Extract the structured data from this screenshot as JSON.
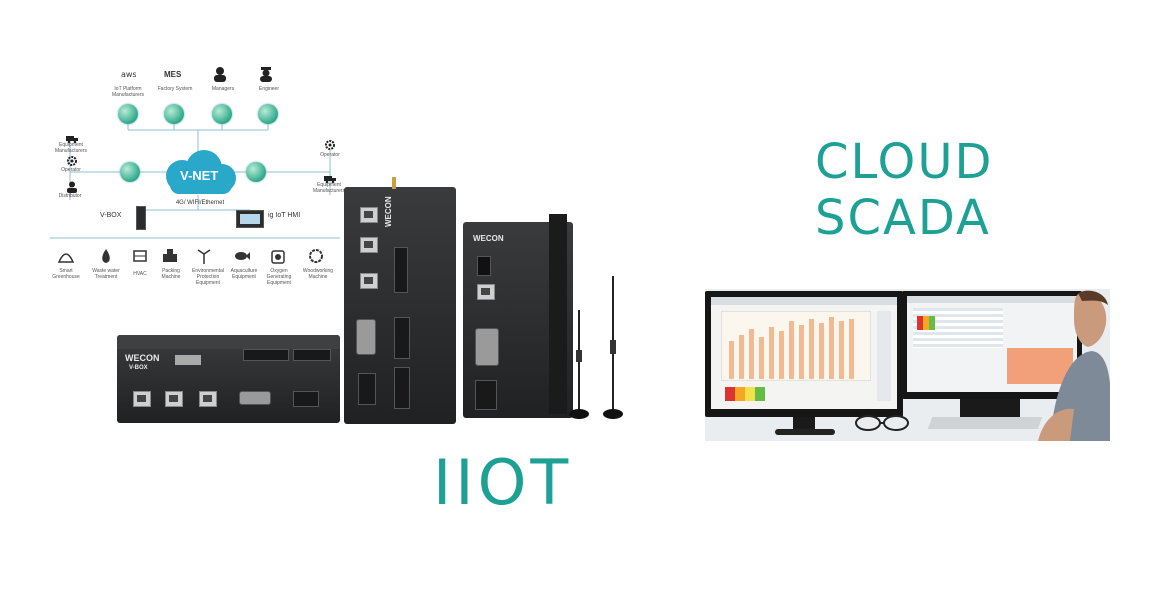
{
  "diagram": {
    "top_labels": [
      "IoT Platform Manufacturers",
      "MES",
      "Factory System",
      "Managers",
      "Engineer"
    ],
    "cloud_label": "V-NET",
    "left_labels": [
      "Equipment Manufacturers",
      "Operator",
      "Distributor"
    ],
    "right_labels": [
      "Operator",
      "Equipment Manufacturers"
    ],
    "connection_label": "4G/ WIFI/Ethernet",
    "vbox_label": "V-BOX",
    "hmi_label": "ig IoT HMI",
    "applications": [
      "Smart Greenhouse",
      "Waste water Treatment",
      "HVAC",
      "Packing Machine",
      "Environmental Protection Equipment",
      "Aquaculture Equipment",
      "Oxygen Generating Equipment",
      "Woodworking Machine"
    ]
  },
  "devices": {
    "brand": "WECON",
    "model": "V-BOX"
  },
  "titles": {
    "cloud_scada_line1": "CLOUD",
    "cloud_scada_line2": "SCADA",
    "iiot": "IIOT"
  },
  "colors": {
    "title_teal": "#1ea195",
    "cloud_blue": "#2aa8c9",
    "node_green": "#2ea98a",
    "device_dark": "#2b2c2e"
  }
}
